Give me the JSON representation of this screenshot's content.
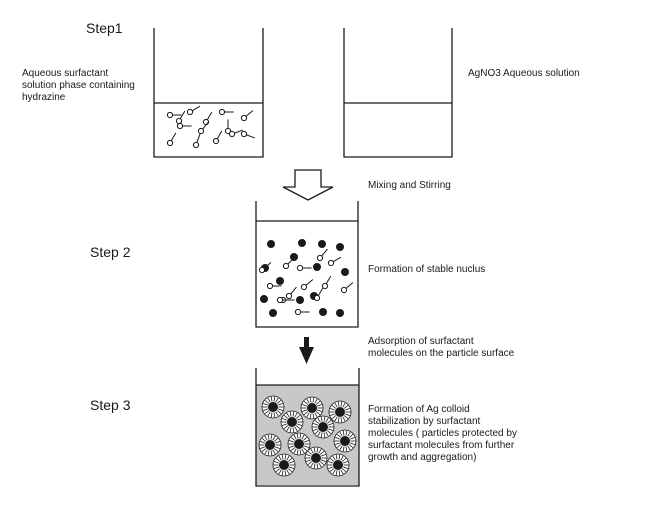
{
  "steps": {
    "step1": "Step1",
    "step2": "Step 2",
    "step3": "Step 3"
  },
  "labels": {
    "surfactant_phase": [
      "Aqueous surfactant",
      "solution phase containing",
      "hydrazine"
    ],
    "agno3": "AgNO3 Aqueous solution",
    "mixing": "Mixing and Stirring",
    "nucleus": "Formation of stable nuclus",
    "adsorption": [
      "Adsorption of surfactant",
      "molecules on the particle surface"
    ],
    "colloid": [
      "Formation of Ag colloid",
      "stabilization by surfactant",
      "molecules ( particles protected by",
      "surfactant molecules from further",
      "growth and aggregation)"
    ]
  },
  "colors": {
    "ink": "#1a1a1a",
    "colloid_fill": "#c8c8c8"
  }
}
